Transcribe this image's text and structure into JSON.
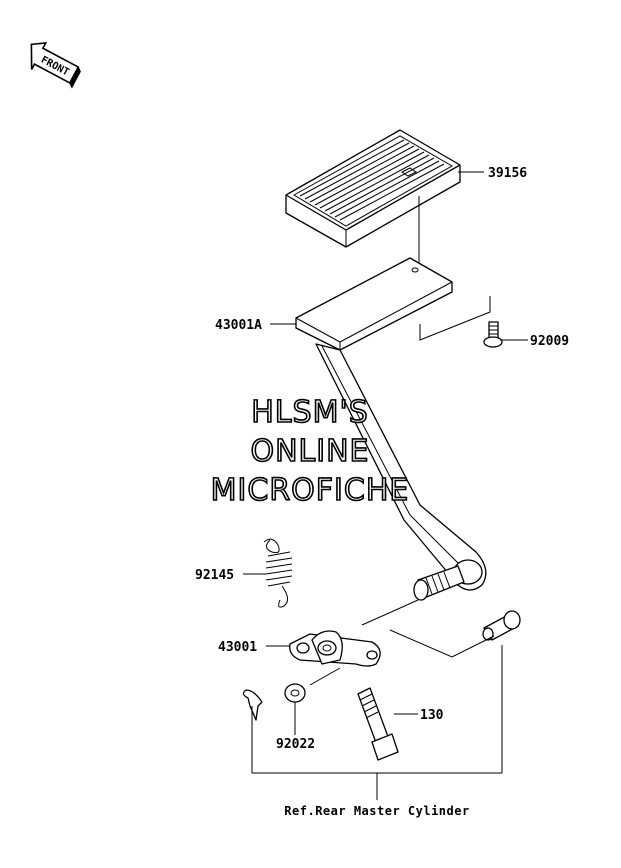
{
  "direction_marker": {
    "text": "FRONT"
  },
  "watermark": {
    "line1": "HLSM'S",
    "line2": "ONLINE",
    "line3": "MICROFICHE"
  },
  "callouts": {
    "pedal_pad": "39156",
    "brake_pedal": "43001A",
    "bolt_flanged": "92009",
    "spring": "92145",
    "lever": "43001",
    "bolt": "130",
    "washer": "92022"
  },
  "reference": {
    "text": "Ref.Rear Master Cylinder"
  }
}
